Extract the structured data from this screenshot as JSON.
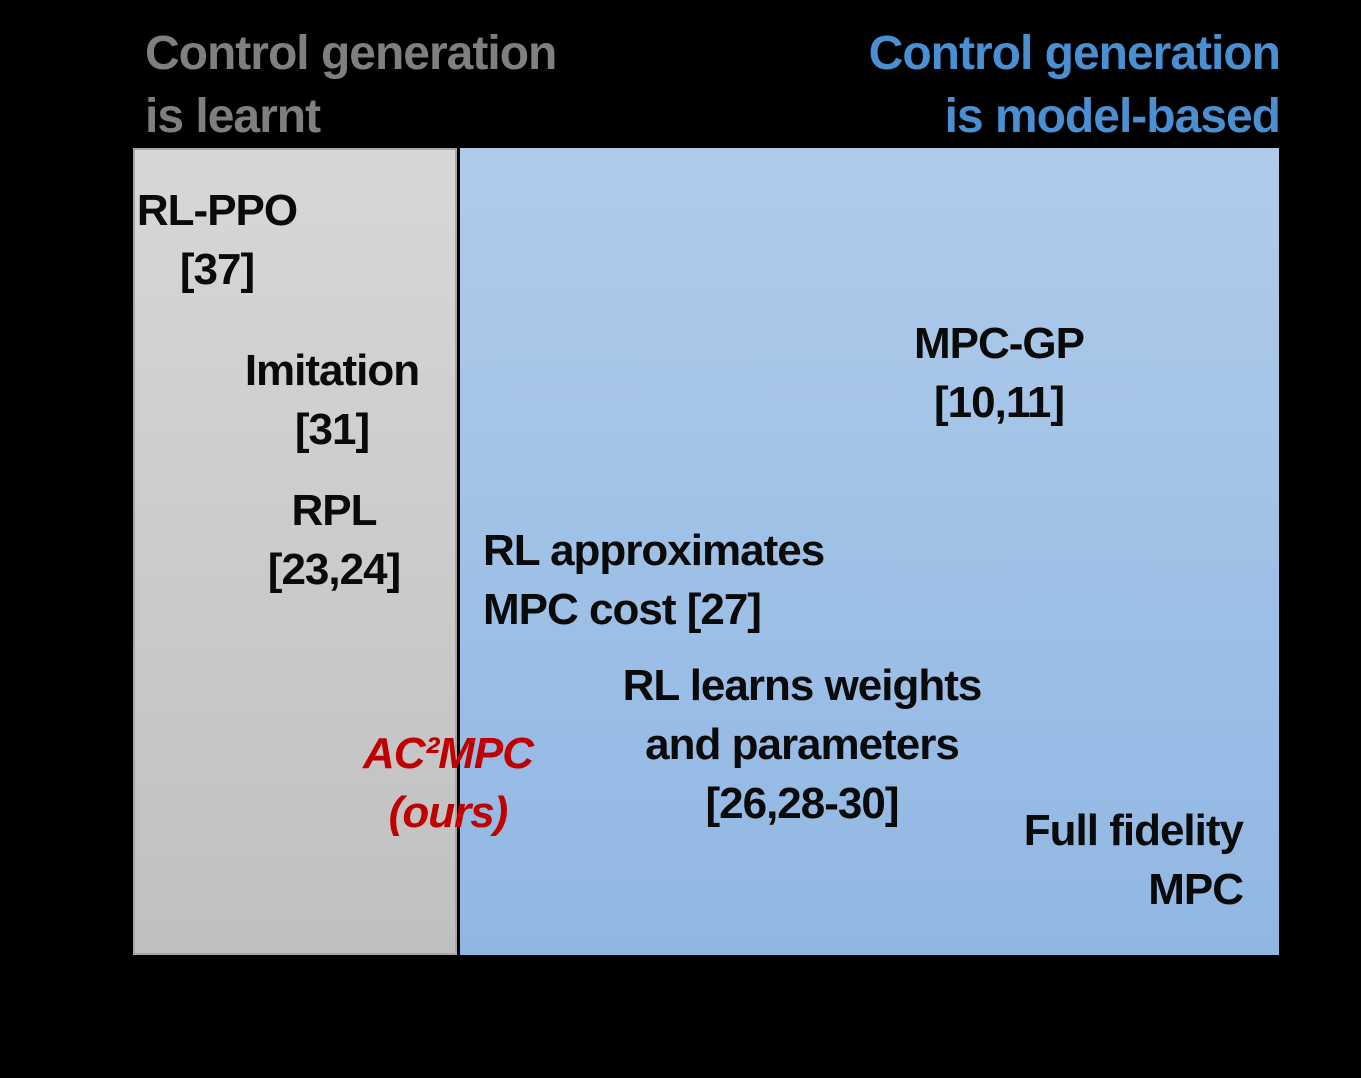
{
  "figure": {
    "background": "#000000",
    "text_color": "#0a0a0a",
    "headings": {
      "learnt": {
        "line1": "Control generation",
        "line2": "is learnt",
        "color": "#7f7f7f"
      },
      "model_based": {
        "line1": "Control generation",
        "line2": "is model-based",
        "color": "#4a8fd1"
      }
    },
    "regions": {
      "learnt": {
        "name": "Control generation is learnt",
        "fill_top": "#d7d7d7",
        "fill_bottom": "#c0c0c0",
        "border": "#a6a6a6"
      },
      "model_based": {
        "name": "Control generation is model-based",
        "fill_top": "#afcbea",
        "fill_bottom": "#90b7e3"
      }
    },
    "methods": [
      {
        "id": "rl-ppo",
        "region": "learnt",
        "lines": [
          "RL-PPO",
          "[37]"
        ]
      },
      {
        "id": "imitation",
        "region": "learnt",
        "lines": [
          "Imitation",
          "[31]"
        ]
      },
      {
        "id": "rpl",
        "region": "learnt",
        "lines": [
          "RPL",
          "[23,24]"
        ]
      },
      {
        "id": "mpc-gp",
        "region": "model_based",
        "lines": [
          "MPC-GP",
          "[10,11]"
        ]
      },
      {
        "id": "rl-approximates-mpc-cost",
        "region": "model_based",
        "lines": [
          "RL approximates",
          "MPC cost [27]"
        ]
      },
      {
        "id": "rl-learns-weights",
        "region": "model_based",
        "lines": [
          "RL learns weights",
          "and parameters",
          "[26,28-30]"
        ]
      },
      {
        "id": "full-fidelity-mpc",
        "region": "model_based",
        "lines": [
          "Full fidelity",
          "MPC"
        ]
      }
    ],
    "ours": {
      "region": "both",
      "color": "#c00000",
      "lines": [
        "AC²MPC",
        "(ours)"
      ]
    }
  }
}
